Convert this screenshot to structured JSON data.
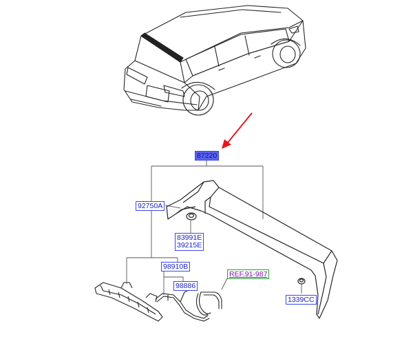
{
  "labels": {
    "spoiler_assy": "87220",
    "lamp_assy": "92750A",
    "upper_stack": [
      "83991E",
      "39215E"
    ],
    "wiring": "98910B",
    "hose": "98886",
    "reference": "REF.91-987",
    "clip": "1339CC"
  },
  "colors": {
    "label_text": "#1a22c8",
    "label_border": "#3b46e6",
    "selected_fill": "#5b63f2",
    "arrow": "#e0181f",
    "reference_border": "#2a9a3a",
    "reference_text": "#7a1aa6",
    "line_art": "#222222"
  }
}
